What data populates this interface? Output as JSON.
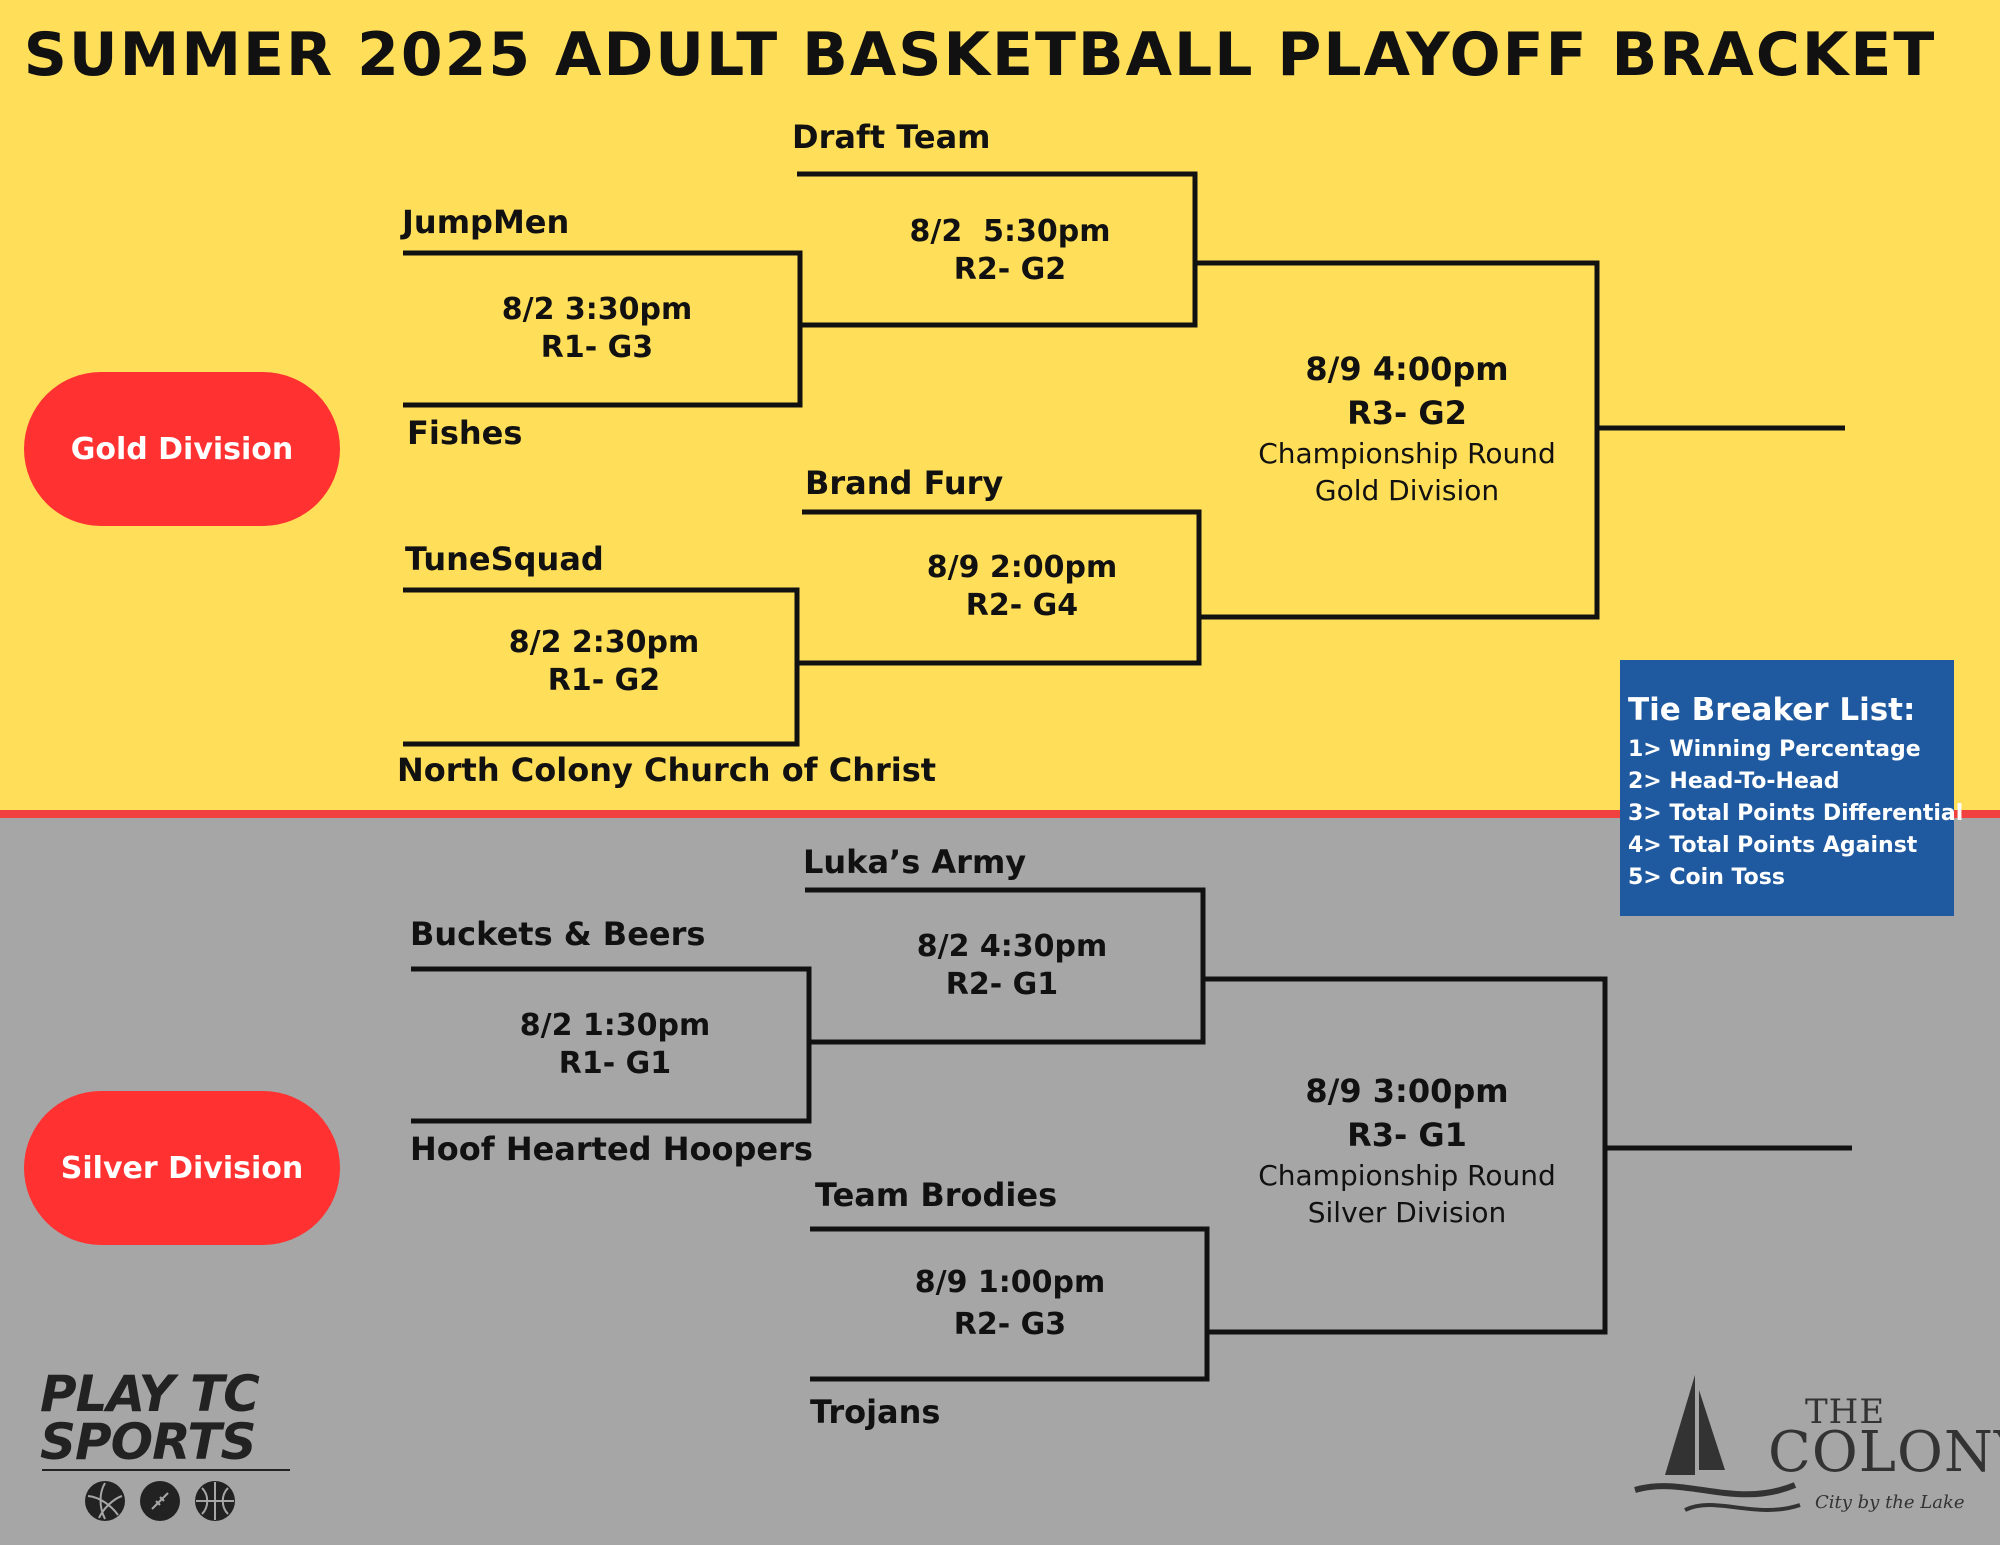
{
  "title": "SUMMER 2025 ADULT BASKETBALL PLAYOFF BRACKET",
  "gold": {
    "label": "Gold Division",
    "teams": {
      "draft_team": "Draft Team",
      "jumpmen": "JumpMen",
      "fishes": "Fishes",
      "brand_fury": "Brand Fury",
      "tunesquad": "TuneSquad",
      "north_colony": "North Colony Church of Christ"
    },
    "games": {
      "r1g3_time": "8/2 3:30pm",
      "r1g3_id": "R1- G3",
      "r2g2_time": "8/2  5:30pm",
      "r2g2_id": "R2- G2",
      "r1g2_time": "8/2 2:30pm",
      "r1g2_id": "R1- G2",
      "r2g4_time": "8/9 2:00pm",
      "r2g4_id": "R2- G4"
    },
    "final": {
      "time": "8/9 4:00pm",
      "id": "R3- G2",
      "round": "Championship Round",
      "division": "Gold Division"
    }
  },
  "silver": {
    "label": "Silver Division",
    "teams": {
      "lukas_army": "Luka’s Army",
      "buckets_beers": "Buckets & Beers",
      "hoof_hearted": "Hoof Hearted Hoopers",
      "team_brodies": "Team Brodies",
      "trojans": "Trojans"
    },
    "games": {
      "r2g1_time": "8/2 4:30pm",
      "r2g1_id": "R2- G1",
      "r1g1_time": "8/2 1:30pm",
      "r1g1_id": "R1- G1",
      "r2g3_time": "8/9 1:00pm",
      "r2g3_id": "R2- G3"
    },
    "final": {
      "time": "8/9 3:00pm",
      "id": "R3- G1",
      "round": "Championship Round",
      "division": "Silver Division"
    }
  },
  "tie_breaker": {
    "heading": "Tie Breaker List:",
    "items": [
      "1> Winning Percentage",
      "2> Head-To-Head",
      "3> Total Points Differential",
      "4> Total Points Against",
      "5> Coin Toss"
    ]
  },
  "logos": {
    "play_tc_line1": "PLAY TC",
    "play_tc_line2": "SPORTS",
    "colony_the": "THE",
    "colony_name": "COLONY",
    "colony_tagline": "City by the Lake",
    "ball_icons": [
      "volleyball-icon",
      "football-icon",
      "basketball-icon"
    ]
  },
  "colors": {
    "gold_bg": "#ffde59",
    "silver_bg": "#a6a6a6",
    "division_pill": "#ff3131",
    "tie_box": "#1f5aa0",
    "divider": "#f04040"
  }
}
